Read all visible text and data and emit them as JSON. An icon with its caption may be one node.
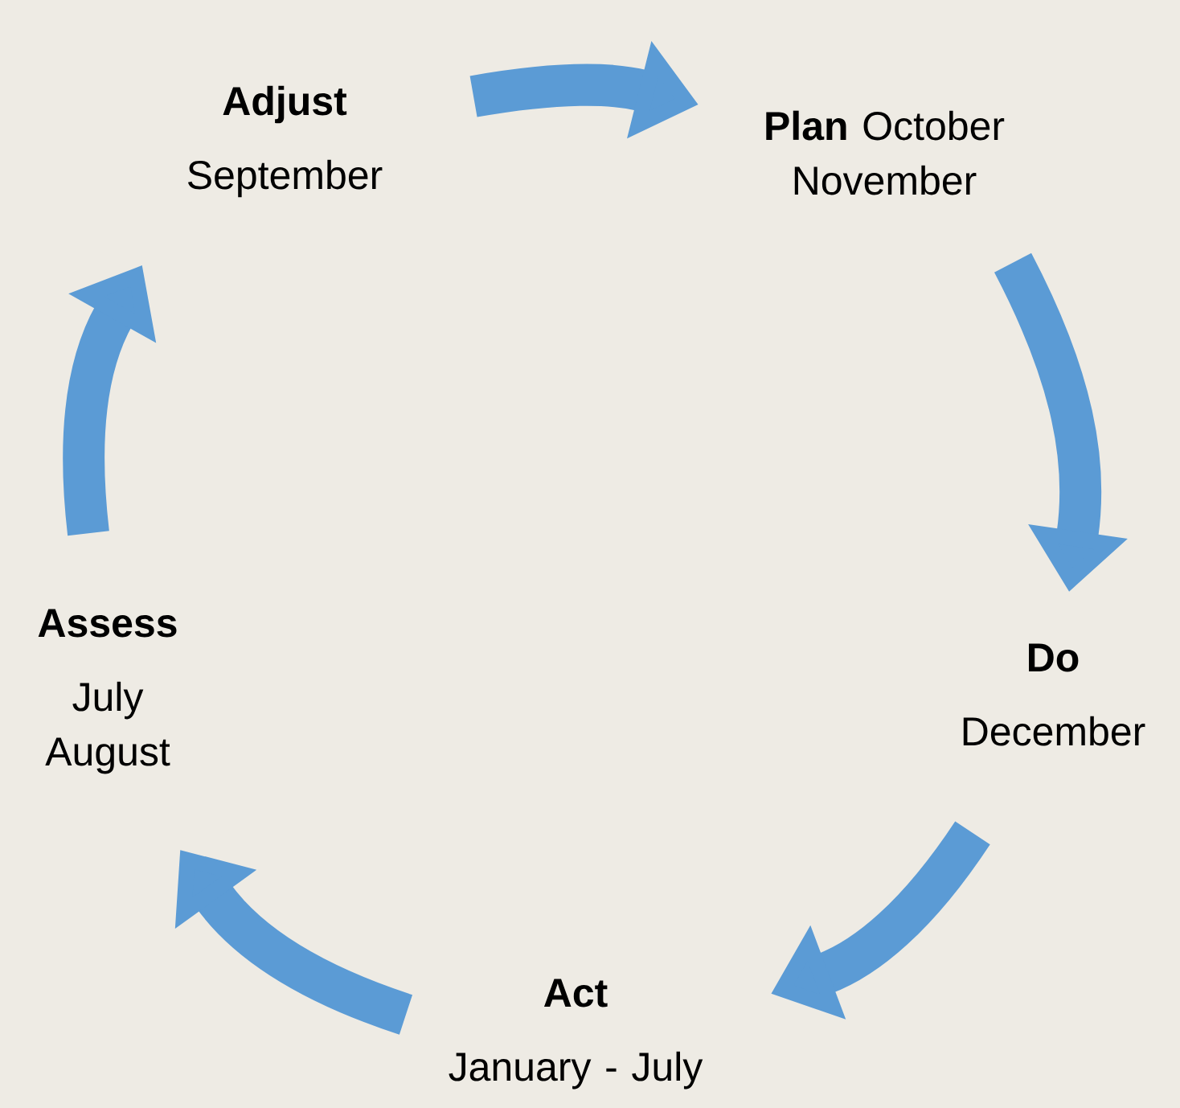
{
  "diagram": {
    "nodes": [
      {
        "text": [
          "Adjust",
          "September"
        ]
      },
      {
        "text": [
          "**Plan** October November"
        ]
      },
      {
        "text": [
          "Do",
          "December"
        ]
      },
      {
        "text": [
          "Act",
          "January - July"
        ]
      },
      {
        "text": [
          "Assess",
          "July August"
        ]
      }
    ],
    "edges": [
      {
        "from": 0,
        "to": 1,
        "arrow": "to"
      },
      {
        "from": 1,
        "to": 2,
        "arrow": "to"
      },
      {
        "from": 2,
        "to": 3,
        "arrow": "to"
      },
      {
        "from": 3,
        "to": 4,
        "arrow": "to"
      },
      {
        "from": 4,
        "to": 0,
        "arrow": "to"
      }
    ]
  }
}
